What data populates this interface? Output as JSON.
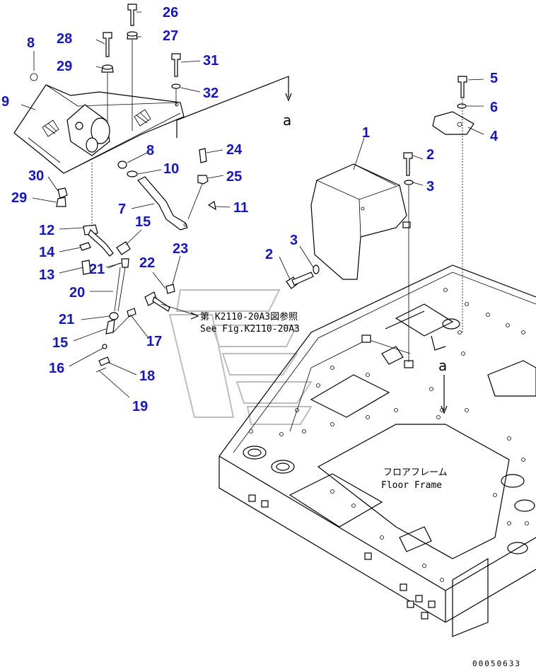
{
  "diagram": {
    "callouts": {
      "n1": "1",
      "n2a": "2",
      "n2b": "2",
      "n3a": "3",
      "n3b": "3",
      "n4": "4",
      "n5": "5",
      "n6": "6",
      "n7": "7",
      "n8a": "8",
      "n8b": "8",
      "n9": "9",
      "n10": "10",
      "n11": "11",
      "n12": "12",
      "n13": "13",
      "n14": "14",
      "n15a": "15",
      "n15b": "15",
      "n16": "16",
      "n17": "17",
      "n18": "18",
      "n19": "19",
      "n20": "20",
      "n21a": "21",
      "n21b": "21",
      "n22": "22",
      "n23": "23",
      "n24": "24",
      "n25": "25",
      "n26": "26",
      "n27": "27",
      "n28": "28",
      "n29a": "29",
      "n29b": "29",
      "n30": "30",
      "n31": "31",
      "n32": "32"
    },
    "arrow_labels": {
      "top": "a",
      "bottom": "a"
    },
    "reference_jp": "第 K2110-20A3図参照",
    "reference_en": "See Fig.K2110-20A3",
    "floor_frame_jp": "フロアフレーム",
    "floor_frame_en": "Floor Frame",
    "drawing_number": "00050633"
  }
}
